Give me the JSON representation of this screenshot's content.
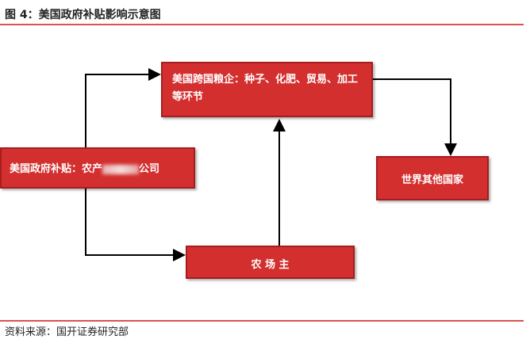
{
  "title": "图 4：美国政府补贴影响示意图",
  "boxes": {
    "top": "美国跨国粮企：种子、化肥、贸易、加工等环节",
    "left_prefix": "美国政府补贴：农产",
    "left_suffix": "公司",
    "right": "世界其他国家",
    "farm": "农 场 主"
  },
  "source": "资料来源：国开证券研究部",
  "colors": {
    "box": "#d32f2f",
    "rule": "#d9534f"
  }
}
